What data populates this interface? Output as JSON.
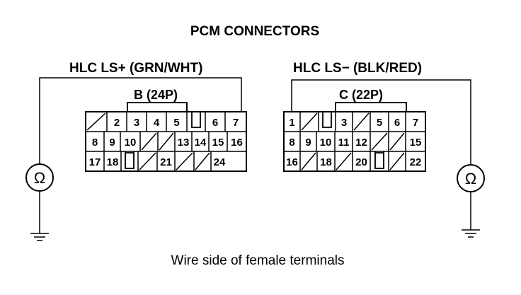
{
  "title": "PCM CONNECTORS",
  "left": {
    "label": "HLC LS+ (GRN/WHT)",
    "connector": "B (24P)",
    "rows": [
      [
        "/",
        "2",
        "3",
        "4",
        "5",
        "",
        "6",
        "7"
      ],
      [
        "8",
        "9",
        "10",
        "/",
        "/",
        "13",
        "14",
        "15",
        "16"
      ],
      [
        "17",
        "18",
        "",
        "/",
        "21",
        "/",
        "/",
        "24"
      ]
    ]
  },
  "right": {
    "label": "HLC LS− (BLK/RED)",
    "connector": "C (22P)",
    "rows": [
      [
        "1",
        "/",
        "",
        "3",
        "/",
        "5",
        "6",
        "7"
      ],
      [
        "8",
        "9",
        "10",
        "11",
        "12",
        "/",
        "/",
        "15"
      ],
      [
        "16",
        "/",
        "18",
        "/",
        "20",
        "",
        "/",
        "22"
      ]
    ]
  },
  "meter_symbol": "Ω",
  "caption": "Wire side of female terminals"
}
